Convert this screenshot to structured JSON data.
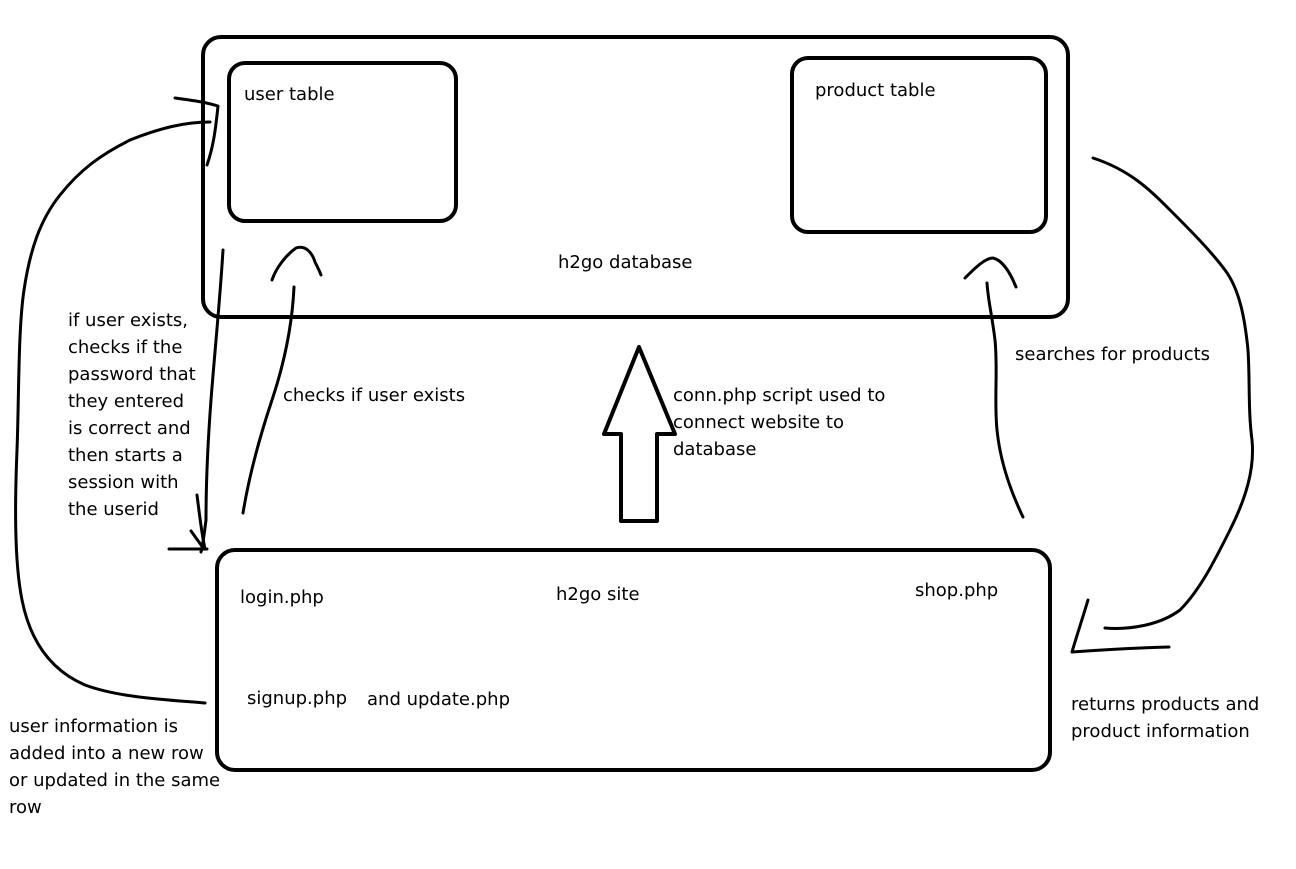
{
  "database": {
    "label": "h2go database",
    "user_table_label": "user table",
    "product_table_label": "product table"
  },
  "site": {
    "label": "h2go site",
    "login_label": "login.php",
    "shop_label": "shop.php",
    "signup_label": "signup.php",
    "update_label": "and update.php"
  },
  "connection": {
    "note_lines": [
      "conn.php script used to",
      "connect website to",
      "database"
    ]
  },
  "notes": {
    "checks_user_exists": "checks if user exists",
    "password_check_lines": [
      "if user exists,",
      "checks if the",
      "password that",
      "they entered",
      "is correct and",
      "then starts a",
      "session with",
      "the userid"
    ],
    "user_info_lines": [
      "user information is",
      "added into a new row",
      "or updated in the same",
      "row"
    ],
    "searches_products": "searches for products",
    "returns_products_lines": [
      "returns products and",
      "product information"
    ]
  }
}
